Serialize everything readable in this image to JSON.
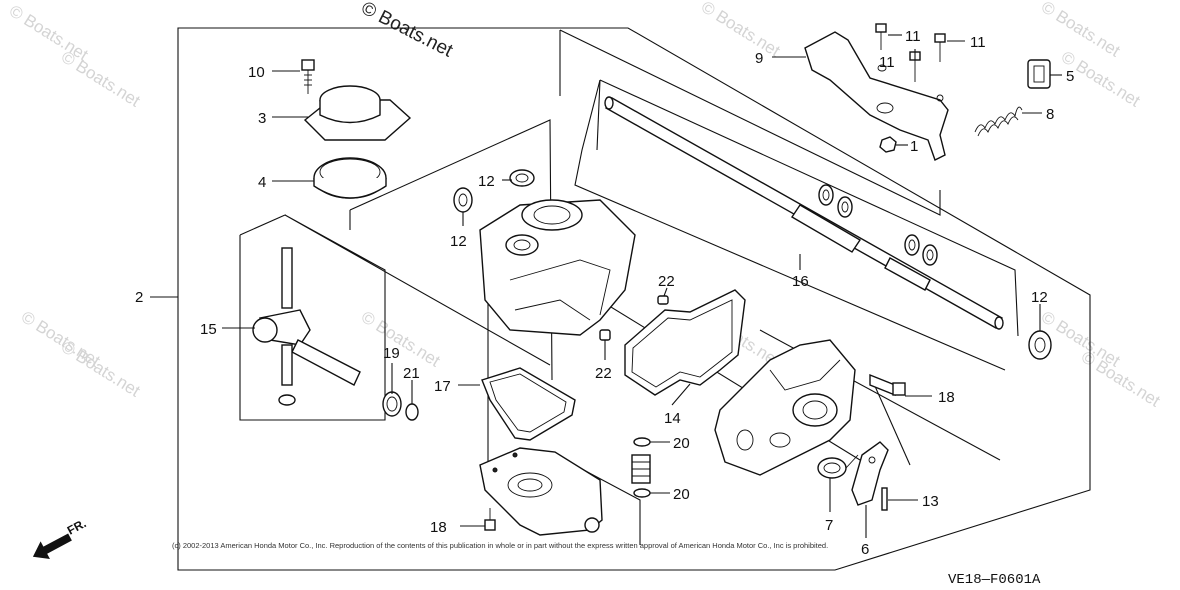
{
  "watermarks": {
    "main": "© Boats.net",
    "faint": "© Boats.net"
  },
  "copyright": "(c) 2002-2013 American Honda Motor Co., Inc. Reproduction of the contents of this publication in whole or in part without the express written approval of American Honda Motor Co., Inc is prohibited.",
  "diagram_code": "VE18—F0601A",
  "front_label": "FR.",
  "callouts": {
    "c1": "1",
    "c2": "2",
    "c3": "3",
    "c4": "4",
    "c5": "5",
    "c6": "6",
    "c7": "7",
    "c8": "8",
    "c9": "9",
    "c10": "10",
    "c11a": "11",
    "c11b": "11",
    "c11c": "11",
    "c12a": "12",
    "c12b": "12",
    "c12c": "12",
    "c13": "13",
    "c14": "14",
    "c15": "15",
    "c16": "16",
    "c17": "17",
    "c18a": "18",
    "c18b": "18",
    "c19": "19",
    "c20a": "20",
    "c20b": "20",
    "c21": "21",
    "c22a": "22",
    "c22b": "22"
  }
}
